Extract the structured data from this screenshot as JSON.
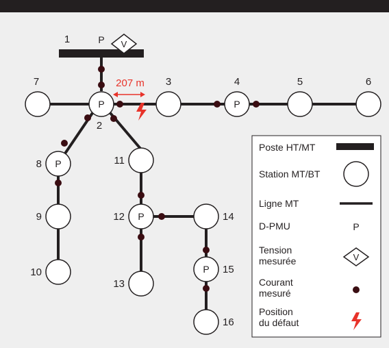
{
  "colors": {
    "background": "#efefef",
    "top_bar": "#231f20",
    "line": "#231f20",
    "node_fill": "#ffffff",
    "current_dot": "#3a0d12",
    "accent": "#e8332a",
    "legend_border": "#231f20"
  },
  "nodes": [
    {
      "id": "1",
      "label": "1"
    },
    {
      "id": "2",
      "label": "2"
    },
    {
      "id": "3",
      "label": "3"
    },
    {
      "id": "4",
      "label": "4"
    },
    {
      "id": "5",
      "label": "5"
    },
    {
      "id": "6",
      "label": "6"
    },
    {
      "id": "7",
      "label": "7"
    },
    {
      "id": "8",
      "label": "8"
    },
    {
      "id": "9",
      "label": "9"
    },
    {
      "id": "10",
      "label": "10"
    },
    {
      "id": "11",
      "label": "11"
    },
    {
      "id": "12",
      "label": "12"
    },
    {
      "id": "13",
      "label": "13"
    },
    {
      "id": "14",
      "label": "14"
    },
    {
      "id": "15",
      "label": "15"
    },
    {
      "id": "16",
      "label": "16"
    }
  ],
  "pmu_marker": "P",
  "voltage_marker": "V",
  "distance_label": "207 m",
  "fault_icon": "lightning-bolt-icon",
  "legend": {
    "items": [
      {
        "key": "substation",
        "label": [
          "Poste HT/MT"
        ],
        "symbol": "thick-bar"
      },
      {
        "key": "station",
        "label": [
          "Station MT/BT"
        ],
        "symbol": "circle"
      },
      {
        "key": "line",
        "label": [
          "Ligne MT"
        ],
        "symbol": "line"
      },
      {
        "key": "dpmu",
        "label": [
          "D-PMU"
        ],
        "symbol": "P"
      },
      {
        "key": "voltage",
        "label": [
          "Tension",
          "mesurée"
        ],
        "symbol": "diamond-V"
      },
      {
        "key": "current",
        "label": [
          "Courant",
          "mesuré"
        ],
        "symbol": "dot"
      },
      {
        "key": "fault",
        "label": [
          "Position",
          "du défaut"
        ],
        "symbol": "lightning-bolt-icon"
      }
    ]
  }
}
